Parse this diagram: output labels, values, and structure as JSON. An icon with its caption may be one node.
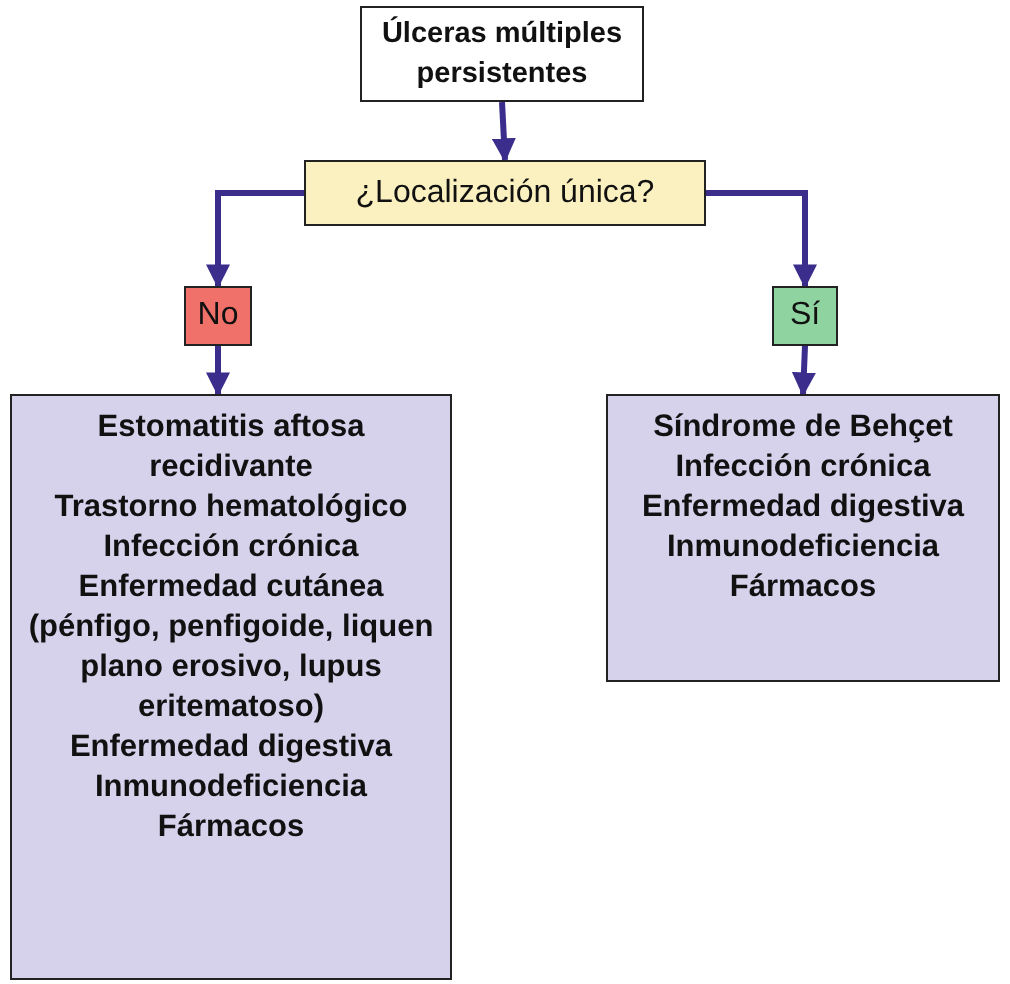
{
  "diagram": {
    "nodes": [
      {
        "text": [
          "Úlceras múltiples persistentes"
        ]
      },
      {
        "text": [
          "¿Localización única?"
        ]
      },
      {
        "text": [
          "No"
        ]
      },
      {
        "text": [
          "Sí"
        ]
      },
      {
        "text": [
          "Estomatitis aftosa recidivante",
          "Trastorno hematológico",
          "Infección crónica",
          "Enfermedad cutánea (pénfigo, penfigoide, liquen plano erosivo, lupus eritematoso)",
          "Enfermedad digestiva",
          "Inmunodeficiencia",
          "Fármacos"
        ]
      },
      {
        "text": [
          "Síndrome de Behçet",
          "Infección crónica",
          "Enfermedad digestiva",
          "Inmunodeficiencia",
          "Fármacos"
        ]
      }
    ],
    "edges": [
      {
        "from": 0,
        "to": 1,
        "arrow": "to"
      },
      {
        "from": 1,
        "to": 2,
        "arrow": "to"
      },
      {
        "from": 1,
        "to": 3,
        "arrow": "to"
      },
      {
        "from": 2,
        "to": 4,
        "arrow": "to"
      },
      {
        "from": 3,
        "to": 5,
        "arrow": "to"
      }
    ]
  }
}
